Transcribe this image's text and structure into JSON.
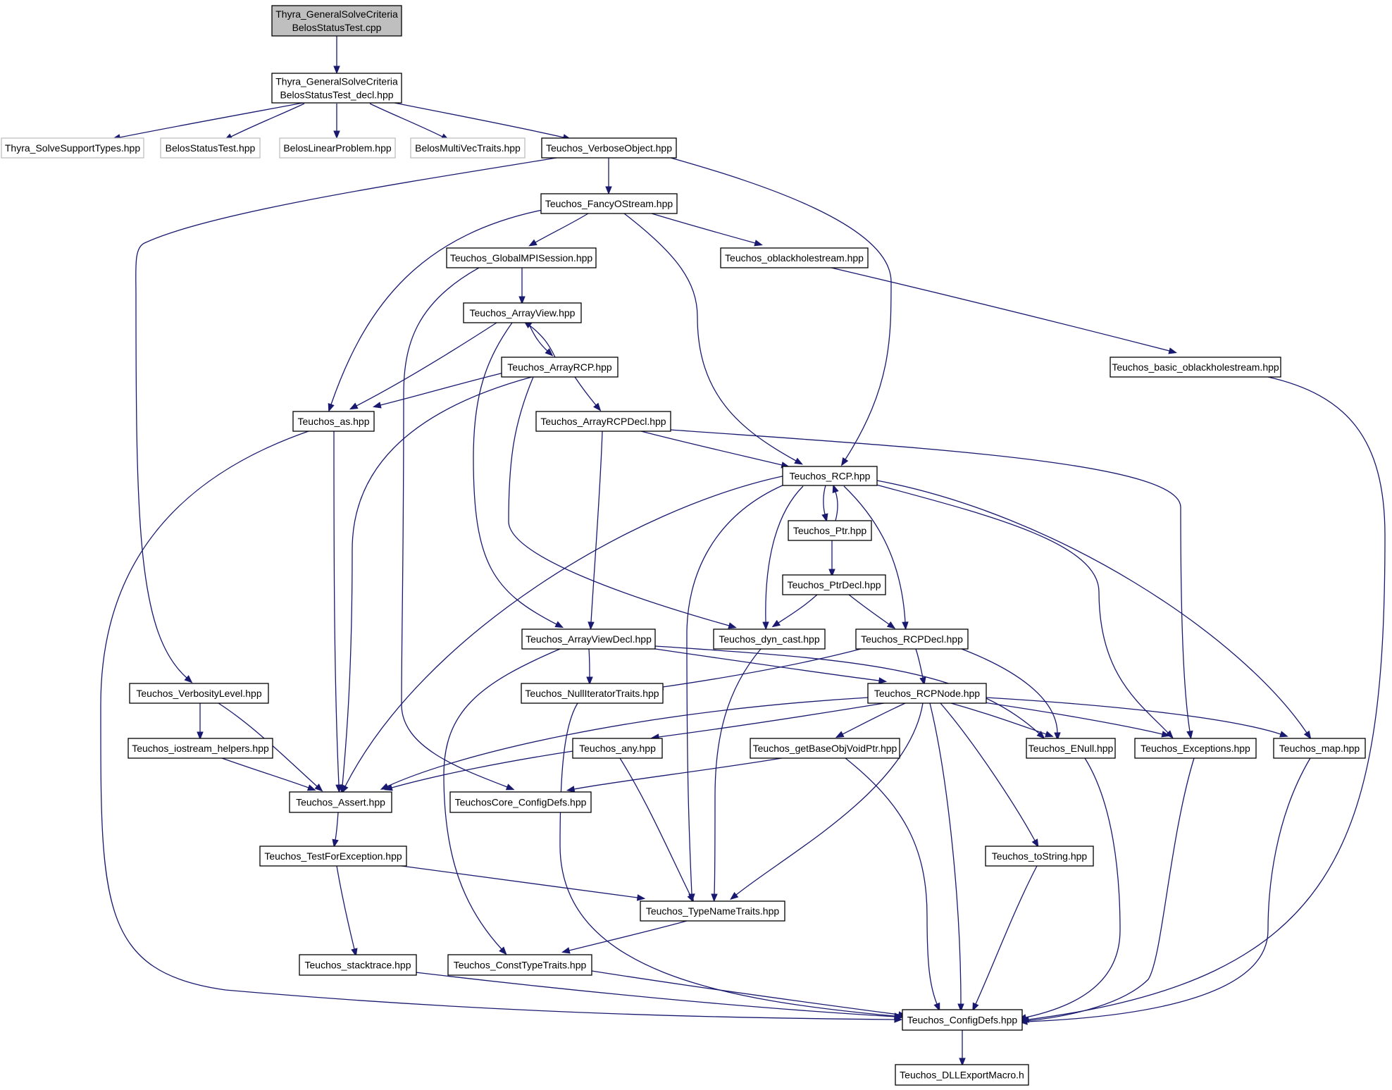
{
  "diagram": {
    "title": "",
    "nodes": [
      {
        "id": "n_root",
        "lines": [
          "Thyra_GeneralSolveCriteria",
          "BelosStatusTest.cpp"
        ],
        "kind": "root"
      },
      {
        "id": "n_decl",
        "lines": [
          "Thyra_GeneralSolveCriteria",
          "BelosStatusTest_decl.hpp"
        ],
        "kind": "normal"
      },
      {
        "id": "n_solvesupport",
        "lines": [
          "Thyra_SolveSupportTypes.hpp"
        ],
        "kind": "external"
      },
      {
        "id": "n_belosstatus",
        "lines": [
          "BelosStatusTest.hpp"
        ],
        "kind": "external"
      },
      {
        "id": "n_beloslinear",
        "lines": [
          "BelosLinearProblem.hpp"
        ],
        "kind": "external"
      },
      {
        "id": "n_belosmulti",
        "lines": [
          "BelosMultiVecTraits.hpp"
        ],
        "kind": "external"
      },
      {
        "id": "n_verboseobj",
        "lines": [
          "Teuchos_VerboseObject.hpp"
        ],
        "kind": "normal"
      },
      {
        "id": "n_fancy",
        "lines": [
          "Teuchos_FancyOStream.hpp"
        ],
        "kind": "normal"
      },
      {
        "id": "n_globalmpi",
        "lines": [
          "Teuchos_GlobalMPISession.hpp"
        ],
        "kind": "normal"
      },
      {
        "id": "n_oblack",
        "lines": [
          "Teuchos_oblackholestream.hpp"
        ],
        "kind": "normal"
      },
      {
        "id": "n_arrayview",
        "lines": [
          "Teuchos_ArrayView.hpp"
        ],
        "kind": "normal"
      },
      {
        "id": "n_arrayrcp",
        "lines": [
          "Teuchos_ArrayRCP.hpp"
        ],
        "kind": "normal"
      },
      {
        "id": "n_basicoblack",
        "lines": [
          "Teuchos_basic_oblackholestream.hpp"
        ],
        "kind": "normal"
      },
      {
        "id": "n_as",
        "lines": [
          "Teuchos_as.hpp"
        ],
        "kind": "normal"
      },
      {
        "id": "n_arrayrcpdecl",
        "lines": [
          "Teuchos_ArrayRCPDecl.hpp"
        ],
        "kind": "normal"
      },
      {
        "id": "n_rcp",
        "lines": [
          "Teuchos_RCP.hpp"
        ],
        "kind": "normal"
      },
      {
        "id": "n_ptr",
        "lines": [
          "Teuchos_Ptr.hpp"
        ],
        "kind": "normal"
      },
      {
        "id": "n_ptrdecl",
        "lines": [
          "Teuchos_PtrDecl.hpp"
        ],
        "kind": "normal"
      },
      {
        "id": "n_arrayviewdecl",
        "lines": [
          "Teuchos_ArrayViewDecl.hpp"
        ],
        "kind": "normal"
      },
      {
        "id": "n_dyncast",
        "lines": [
          "Teuchos_dyn_cast.hpp"
        ],
        "kind": "normal"
      },
      {
        "id": "n_rcpdecl",
        "lines": [
          "Teuchos_RCPDecl.hpp"
        ],
        "kind": "normal"
      },
      {
        "id": "n_verbosity",
        "lines": [
          "Teuchos_VerbosityLevel.hpp"
        ],
        "kind": "normal"
      },
      {
        "id": "n_nulliter",
        "lines": [
          "Teuchos_NullIteratorTraits.hpp"
        ],
        "kind": "normal"
      },
      {
        "id": "n_rcpnode",
        "lines": [
          "Teuchos_RCPNode.hpp"
        ],
        "kind": "normal"
      },
      {
        "id": "n_iostream",
        "lines": [
          "Teuchos_iostream_helpers.hpp"
        ],
        "kind": "normal"
      },
      {
        "id": "n_any",
        "lines": [
          "Teuchos_any.hpp"
        ],
        "kind": "normal"
      },
      {
        "id": "n_getbase",
        "lines": [
          "Teuchos_getBaseObjVoidPtr.hpp"
        ],
        "kind": "normal"
      },
      {
        "id": "n_enull",
        "lines": [
          "Teuchos_ENull.hpp"
        ],
        "kind": "normal"
      },
      {
        "id": "n_exceptions",
        "lines": [
          "Teuchos_Exceptions.hpp"
        ],
        "kind": "normal"
      },
      {
        "id": "n_map",
        "lines": [
          "Teuchos_map.hpp"
        ],
        "kind": "normal"
      },
      {
        "id": "n_assert",
        "lines": [
          "Teuchos_Assert.hpp"
        ],
        "kind": "normal"
      },
      {
        "id": "n_coreconfig",
        "lines": [
          "TeuchosCore_ConfigDefs.hpp"
        ],
        "kind": "normal"
      },
      {
        "id": "n_testforexc",
        "lines": [
          "Teuchos_TestForException.hpp"
        ],
        "kind": "normal"
      },
      {
        "id": "n_tostring",
        "lines": [
          "Teuchos_toString.hpp"
        ],
        "kind": "normal"
      },
      {
        "id": "n_typename",
        "lines": [
          "Teuchos_TypeNameTraits.hpp"
        ],
        "kind": "normal"
      },
      {
        "id": "n_stacktrace",
        "lines": [
          "Teuchos_stacktrace.hpp"
        ],
        "kind": "normal"
      },
      {
        "id": "n_consttype",
        "lines": [
          "Teuchos_ConstTypeTraits.hpp"
        ],
        "kind": "normal"
      },
      {
        "id": "n_configdefs",
        "lines": [
          "Teuchos_ConfigDefs.hpp"
        ],
        "kind": "normal"
      },
      {
        "id": "n_dllexport",
        "lines": [
          "Teuchos_DLLExportMacro.h"
        ],
        "kind": "normal"
      }
    ],
    "edges": [
      {
        "from": "n_root",
        "to": "n_decl"
      },
      {
        "from": "n_decl",
        "to": "n_solvesupport"
      },
      {
        "from": "n_decl",
        "to": "n_belosstatus"
      },
      {
        "from": "n_decl",
        "to": "n_beloslinear"
      },
      {
        "from": "n_decl",
        "to": "n_belosmulti"
      },
      {
        "from": "n_decl",
        "to": "n_verboseobj"
      },
      {
        "from": "n_verboseobj",
        "to": "n_fancy"
      },
      {
        "from": "n_verboseobj",
        "to": "n_verbosity"
      },
      {
        "from": "n_verboseobj",
        "to": "n_rcp"
      },
      {
        "from": "n_fancy",
        "to": "n_globalmpi"
      },
      {
        "from": "n_fancy",
        "to": "n_oblack"
      },
      {
        "from": "n_fancy",
        "to": "n_as"
      },
      {
        "from": "n_fancy",
        "to": "n_rcp"
      },
      {
        "from": "n_globalmpi",
        "to": "n_arrayview"
      },
      {
        "from": "n_globalmpi",
        "to": "n_coreconfig"
      },
      {
        "from": "n_oblack",
        "to": "n_basicoblack"
      },
      {
        "from": "n_arrayview",
        "to": "n_arrayrcp"
      },
      {
        "from": "n_arrayview",
        "to": "n_as"
      },
      {
        "from": "n_arrayview",
        "to": "n_arrayviewdecl"
      },
      {
        "from": "n_arrayrcp",
        "to": "n_arrayview"
      },
      {
        "from": "n_arrayrcp",
        "to": "n_as"
      },
      {
        "from": "n_arrayrcp",
        "to": "n_arrayrcpdecl"
      },
      {
        "from": "n_arrayrcp",
        "to": "n_assert"
      },
      {
        "from": "n_arrayrcp",
        "to": "n_dyncast"
      },
      {
        "from": "n_basicoblack",
        "to": "n_configdefs"
      },
      {
        "from": "n_as",
        "to": "n_assert"
      },
      {
        "from": "n_as",
        "to": "n_configdefs"
      },
      {
        "from": "n_arrayrcpdecl",
        "to": "n_rcp"
      },
      {
        "from": "n_arrayrcpdecl",
        "to": "n_arrayviewdecl"
      },
      {
        "from": "n_arrayrcpdecl",
        "to": "n_exceptions"
      },
      {
        "from": "n_rcp",
        "to": "n_ptr"
      },
      {
        "from": "n_rcp",
        "to": "n_assert"
      },
      {
        "from": "n_rcp",
        "to": "n_typename"
      },
      {
        "from": "n_rcp",
        "to": "n_dyncast"
      },
      {
        "from": "n_rcp",
        "to": "n_rcpdecl"
      },
      {
        "from": "n_rcp",
        "to": "n_exceptions"
      },
      {
        "from": "n_rcp",
        "to": "n_map"
      },
      {
        "from": "n_ptr",
        "to": "n_rcp"
      },
      {
        "from": "n_ptr",
        "to": "n_ptrdecl"
      },
      {
        "from": "n_ptrdecl",
        "to": "n_dyncast"
      },
      {
        "from": "n_ptrdecl",
        "to": "n_rcpdecl"
      },
      {
        "from": "n_arrayviewdecl",
        "to": "n_nulliter"
      },
      {
        "from": "n_arrayviewdecl",
        "to": "n_rcpnode"
      },
      {
        "from": "n_arrayviewdecl",
        "to": "n_enull"
      },
      {
        "from": "n_arrayviewdecl",
        "to": "n_consttype"
      },
      {
        "from": "n_dyncast",
        "to": "n_typename"
      },
      {
        "from": "n_rcpdecl",
        "to": "n_rcpnode"
      },
      {
        "from": "n_rcpdecl",
        "to": "n_nulliter"
      },
      {
        "from": "n_rcpdecl",
        "to": "n_enull"
      },
      {
        "from": "n_verbosity",
        "to": "n_iostream"
      },
      {
        "from": "n_verbosity",
        "to": "n_assert"
      },
      {
        "from": "n_nulliter",
        "to": "n_configdefs"
      },
      {
        "from": "n_rcpnode",
        "to": "n_assert"
      },
      {
        "from": "n_rcpnode",
        "to": "n_any"
      },
      {
        "from": "n_rcpnode",
        "to": "n_getbase"
      },
      {
        "from": "n_rcpnode",
        "to": "n_enull"
      },
      {
        "from": "n_rcpnode",
        "to": "n_exceptions"
      },
      {
        "from": "n_rcpnode",
        "to": "n_map"
      },
      {
        "from": "n_rcpnode",
        "to": "n_typename"
      },
      {
        "from": "n_rcpnode",
        "to": "n_configdefs"
      },
      {
        "from": "n_rcpnode",
        "to": "n_tostring"
      },
      {
        "from": "n_iostream",
        "to": "n_assert"
      },
      {
        "from": "n_any",
        "to": "n_assert"
      },
      {
        "from": "n_any",
        "to": "n_typename"
      },
      {
        "from": "n_getbase",
        "to": "n_coreconfig"
      },
      {
        "from": "n_getbase",
        "to": "n_configdefs"
      },
      {
        "from": "n_enull",
        "to": "n_configdefs"
      },
      {
        "from": "n_exceptions",
        "to": "n_configdefs"
      },
      {
        "from": "n_map",
        "to": "n_configdefs"
      },
      {
        "from": "n_assert",
        "to": "n_testforexc"
      },
      {
        "from": "n_testforexc",
        "to": "n_typename"
      },
      {
        "from": "n_testforexc",
        "to": "n_stacktrace"
      },
      {
        "from": "n_tostring",
        "to": "n_configdefs"
      },
      {
        "from": "n_typename",
        "to": "n_consttype"
      },
      {
        "from": "n_stacktrace",
        "to": "n_configdefs"
      },
      {
        "from": "n_consttype",
        "to": "n_configdefs"
      },
      {
        "from": "n_configdefs",
        "to": "n_dllexport"
      }
    ]
  },
  "colors": {
    "edge": "#191970",
    "root_fill": "#bfbfbf",
    "external_border": "#bfbfbf",
    "node_border": "#000000"
  }
}
